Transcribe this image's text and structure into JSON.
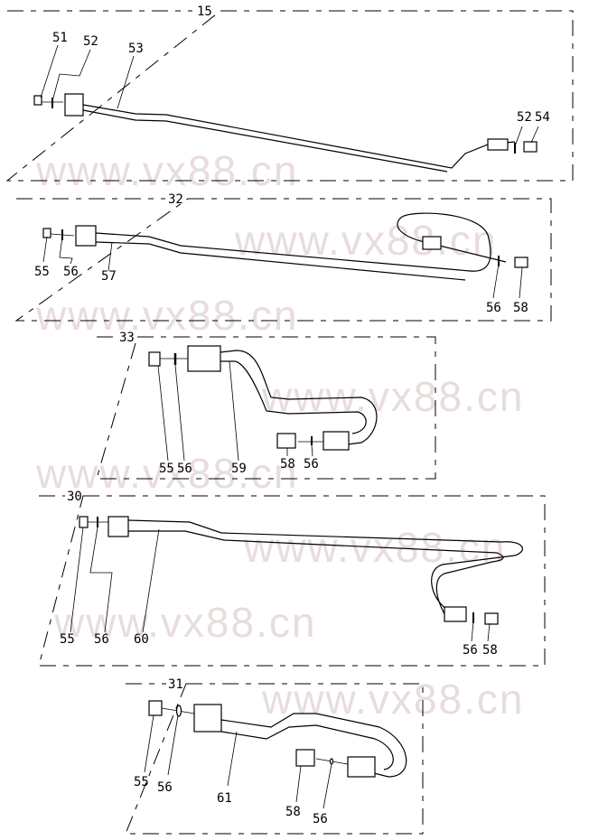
{
  "diagram": {
    "type": "exploded parts diagram",
    "watermark": "www.vx88.cn",
    "groups": [
      {
        "id": "15",
        "labels": [
          "51",
          "52",
          "53",
          "52",
          "54"
        ]
      },
      {
        "id": "32",
        "labels": [
          "55",
          "56",
          "57",
          "56",
          "58"
        ]
      },
      {
        "id": "33",
        "labels": [
          "55",
          "56",
          "59",
          "58",
          "56"
        ]
      },
      {
        "id": "30",
        "labels": [
          "55",
          "56",
          "60",
          "56",
          "58"
        ]
      },
      {
        "id": "31",
        "labels": [
          "55",
          "56",
          "61",
          "58",
          "56"
        ]
      }
    ]
  }
}
